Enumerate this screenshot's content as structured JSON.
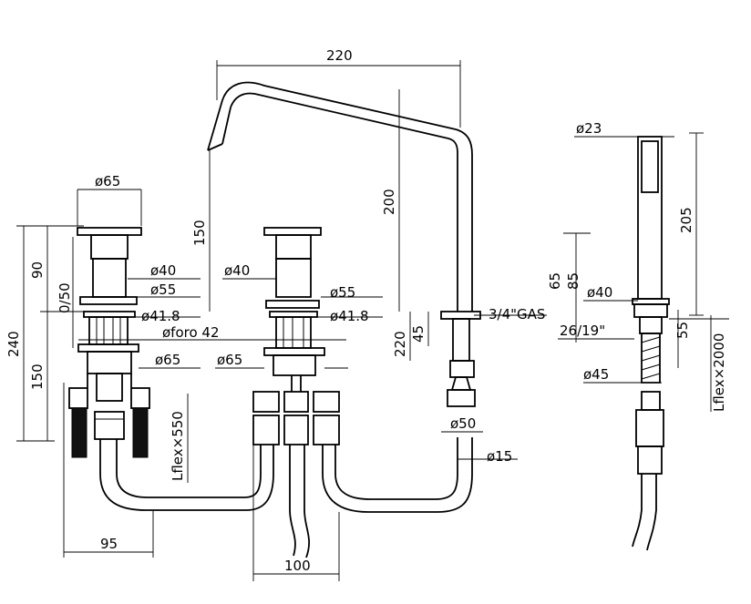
{
  "dimensions": {
    "spout_reach": "220",
    "spout_height": "200",
    "handle_to_spout": "150",
    "handle_diameter_left": "ø65",
    "body_diameter_40_left": "ø40",
    "body_diameter_55_left": "ø55",
    "body_diameter_41_8_left": "ø41.8",
    "hole_diameter": "øforo 42",
    "flange_diameter_left": "ø65",
    "body_diameter_40_mid": "ø40",
    "body_diameter_55_mid": "ø55",
    "body_diameter_41_8_mid": "ø41.8",
    "flange_diameter_mid": "ø65",
    "height_90": "90",
    "adjust_0_50": "0/50",
    "height_240": "240",
    "height_150": "150",
    "flex_550": "Lflex×550",
    "width_95": "95",
    "width_100": "100",
    "spout_220_vert": "220",
    "spout_45": "45",
    "thread_gas": "3/4\"GAS",
    "spout_base_50": "ø50",
    "pipe_15": "ø15",
    "shower_diameter_23": "ø23",
    "shower_length_205": "205",
    "holder_65": "65",
    "holder_85": "85",
    "holder_diameter_40": "ø40",
    "holder_thickness_26_19": "26/19\"",
    "holder_55": "55",
    "holder_diameter_45": "ø45",
    "flex_2000": "Lflex×2000"
  }
}
